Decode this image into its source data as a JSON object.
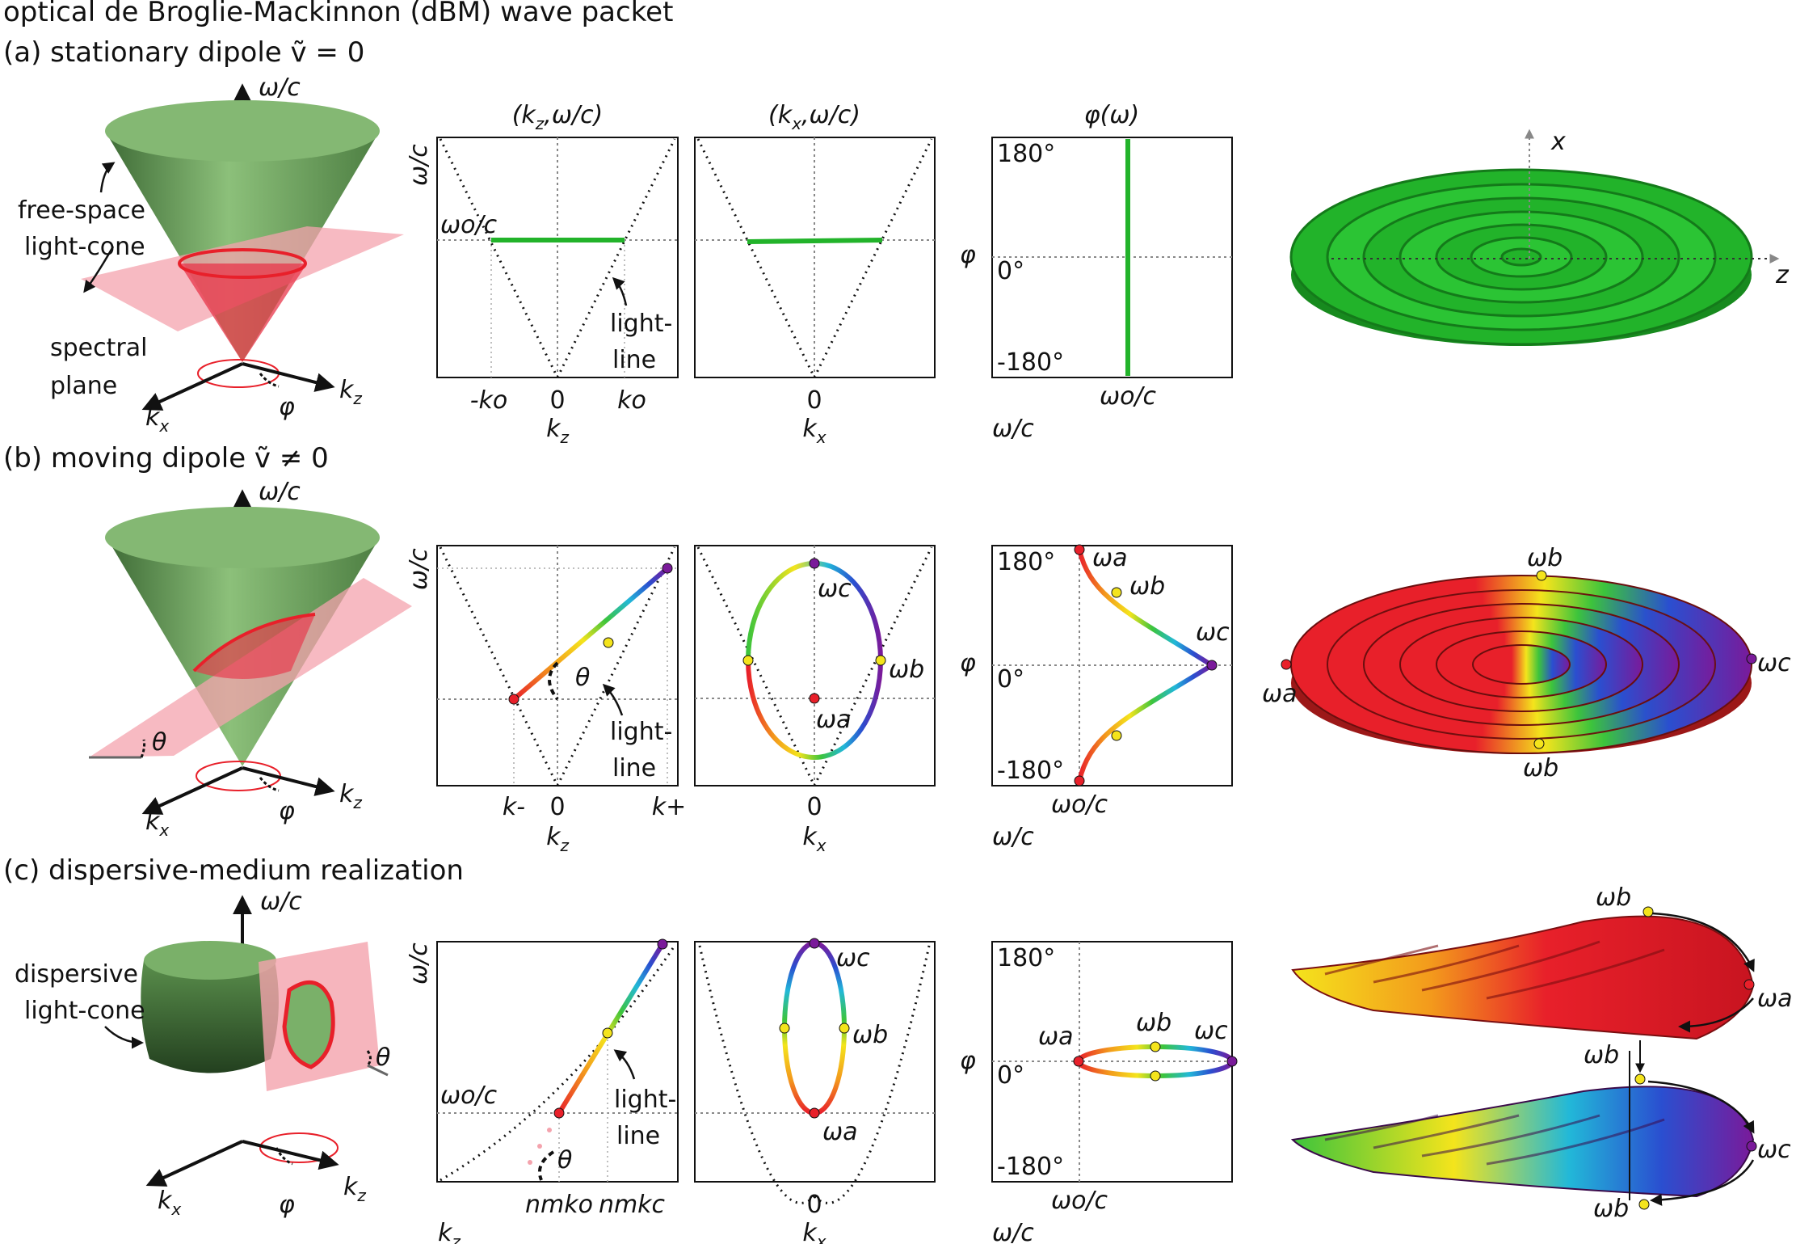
{
  "figure_title": "optical de Broglie-Mackinnon (dBM) wave packet",
  "colors": {
    "green": "#22b32a",
    "cone": "#5f9a50",
    "plane": "#f4a3ad",
    "red": "#e8202a",
    "yellow": "#f4e41c",
    "purple": "#7a1a9a"
  },
  "rows": [
    {
      "label": "(a) stationary dipole ṽ = 0",
      "cone_annotations": {
        "vertical_axis": "ω/c",
        "cone": [
          "free-space",
          "light-cone"
        ],
        "plane": [
          "spectral",
          "plane"
        ],
        "axis_x": "k",
        "axis_x_sub": "x",
        "axis_z": "k",
        "axis_z_sub": "z",
        "angle": "φ"
      },
      "panel_kz": {
        "title": "(k",
        "title_sub": "z",
        "title_end": ",ω/c)",
        "ylabel": "ω/c",
        "level_label": "ωo/c",
        "light_line": [
          "light-",
          "line"
        ],
        "xticks": [
          "-ko",
          "0",
          "ko"
        ],
        "xlabel": "k",
        "xlabel_sub": "z"
      },
      "panel_kx": {
        "title": "(k",
        "title_sub": "x",
        "title_end": ",ω/c)",
        "xticks": [
          "0"
        ],
        "xlabel": "k",
        "xlabel_sub": "x"
      },
      "panel_phi": {
        "title": "φ(ω)",
        "ylabel": "φ",
        "yticks": [
          "180°",
          "0°",
          "-180°"
        ],
        "xtick": "ωo/c",
        "xlabel": "ω/c"
      },
      "wave_axes": [
        "x",
        "z"
      ]
    },
    {
      "label": "(b) moving dipole ṽ ≠ 0",
      "cone_annotations": {
        "vertical_axis": "ω/c",
        "axis_x": "k",
        "axis_x_sub": "x",
        "axis_z": "k",
        "axis_z_sub": "z",
        "angle": "φ",
        "tilt": "θ"
      },
      "panel_kz": {
        "ylabel": "ω/c",
        "light_line": [
          "light-",
          "line"
        ],
        "angle": "θ",
        "xticks": [
          "k-",
          "0",
          "k+"
        ],
        "xlabel": "k",
        "xlabel_sub": "z"
      },
      "panel_kx": {
        "point_labels": [
          "ωc",
          "ωb",
          "ωa"
        ],
        "xticks": [
          "0"
        ],
        "xlabel": "k",
        "xlabel_sub": "x"
      },
      "panel_phi": {
        "ylabel": "φ",
        "yticks": [
          "180°",
          "0°",
          "-180°"
        ],
        "point_labels": [
          "ωa",
          "ωb",
          "ωc"
        ],
        "xtick": "ωo/c",
        "xlabel": "ω/c"
      },
      "wave_labels": [
        "ωb",
        "ωa",
        "ωc",
        "ωb"
      ]
    },
    {
      "label": "(c) dispersive-medium realization",
      "cone_annotations": {
        "vertical_axis": "ω/c",
        "cone": [
          "dispersive",
          "light-cone"
        ],
        "axis_x": "k",
        "axis_x_sub": "x",
        "axis_z": "k",
        "axis_z_sub": "z",
        "angle": "φ",
        "tilt": "θ"
      },
      "panel_kz": {
        "ylabel": "ω/c",
        "level_label": "ωo/c",
        "light_line": [
          "light-",
          "line"
        ],
        "angle": "θ",
        "xticks": [
          "nmko",
          "nmkc"
        ],
        "xlabel": "k",
        "xlabel_sub": "z"
      },
      "panel_kx": {
        "point_labels": [
          "ωc",
          "ωb",
          "ωa"
        ],
        "xticks": [
          "0"
        ],
        "xlabel": "k",
        "xlabel_sub": "x"
      },
      "panel_phi": {
        "ylabel": "φ",
        "yticks": [
          "180°",
          "0°",
          "-180°"
        ],
        "point_labels": [
          "ωa",
          "ωb",
          "ωc"
        ],
        "xtick": "ωo/c",
        "xlabel": "ω/c"
      },
      "wave_labels": [
        "ωb",
        "ωa",
        "ωb",
        "ωc",
        "ωb"
      ]
    }
  ]
}
